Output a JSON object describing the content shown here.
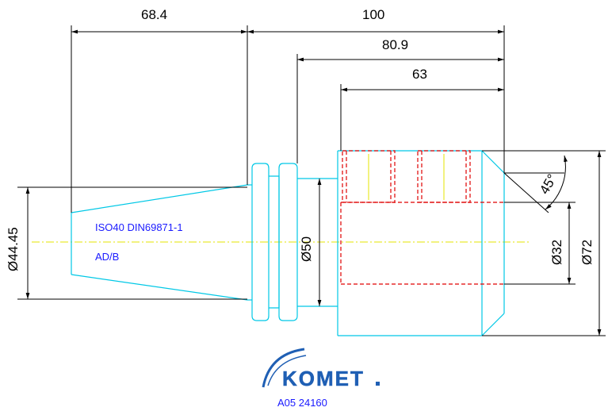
{
  "dimensions": {
    "len_68_4": "68.4",
    "len_100": "100",
    "len_80_9": "80.9",
    "len_63": "63",
    "dia_44_45": "Ø44.45",
    "dia_50": "Ø50",
    "dia_32": "Ø32",
    "dia_72": "Ø72",
    "angle_45": "45°"
  },
  "labels": {
    "standard": "ISO40 DIN69871-1",
    "variant": "AD/B",
    "part_number": "A05 24160"
  },
  "logo": {
    "text": "KOMET"
  },
  "colors": {
    "outline": "#00c8e6",
    "hidden": "#e00000",
    "centerline": "#e6e600",
    "text_blue": "#1a1aff",
    "logo_blue": "#1f5fb4"
  }
}
